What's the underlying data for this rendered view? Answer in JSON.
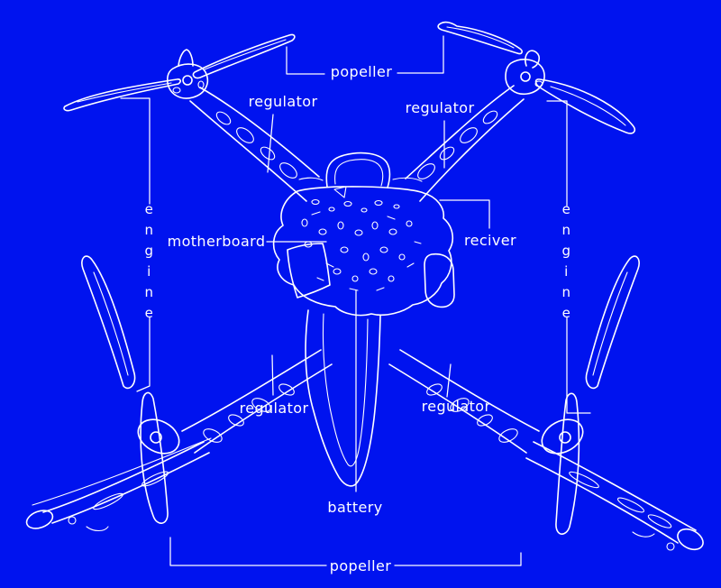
{
  "colors": {
    "background": "#0013ef",
    "line": "#ffffff",
    "text": "#ffffff"
  },
  "labels": {
    "propeller_top": "popeller",
    "propeller_bottom": "popeller",
    "regulator_top_left": "regulator",
    "regulator_top_right": "regulator",
    "regulator_bottom_left": "regulator",
    "regulator_bottom_right": "regulator",
    "engine_left": "engine",
    "engine_right": "engine",
    "motherboard": "motherboard",
    "receiver": "reciver",
    "battery": "battery"
  }
}
